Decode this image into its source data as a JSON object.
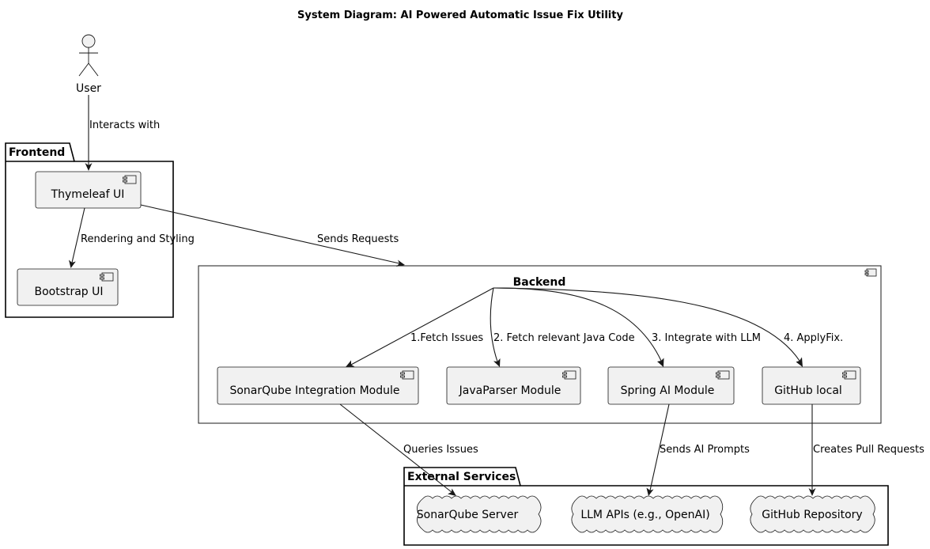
{
  "diagram": {
    "title": "System Diagram: AI Powered Automatic Issue Fix Utility",
    "actor": {
      "label": "User"
    },
    "packages": {
      "frontend": {
        "label": "Frontend"
      },
      "external": {
        "label": "External Services"
      }
    },
    "backend": {
      "label": "Backend"
    },
    "components": {
      "thymeleaf": "Thymeleaf UI",
      "bootstrap": "Bootstrap UI",
      "sonar_module": "SonarQube Integration Module",
      "javaparser": "JavaParser Module",
      "spring_ai": "Spring AI Module",
      "github_local": "GitHub local"
    },
    "clouds": {
      "sonar_server": "SonarQube Server",
      "llm_apis": "LLM APIs (e.g., OpenAI)",
      "github_repo": "GitHub Repository"
    },
    "edges": {
      "interacts": "Interacts with",
      "rendering": "Rendering and Styling",
      "sends_requests": "Sends Requests",
      "fetch_issues": "1.Fetch Issues",
      "fetch_code": "2. Fetch relevant Java Code",
      "integrate_llm": "3. Integrate with LLM",
      "apply_fix": "4. ApplyFix.",
      "queries_issues": "Queries Issues",
      "sends_prompts": "Sends AI Prompts",
      "creates_prs": "Creates Pull Requests"
    }
  }
}
